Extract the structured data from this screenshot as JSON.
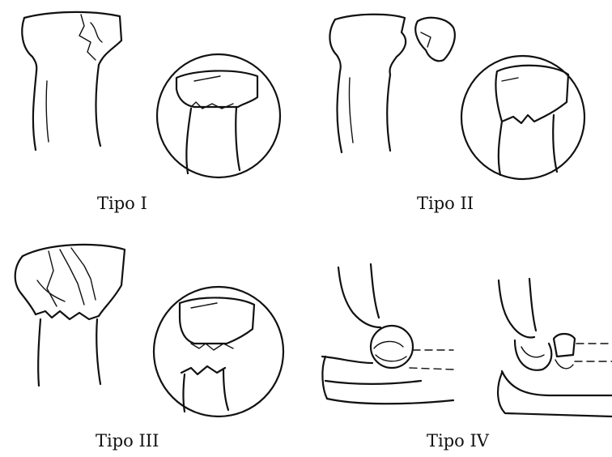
{
  "panels": [
    {
      "id": "tipo-1",
      "label": "Tipo I"
    },
    {
      "id": "tipo-2",
      "label": "Tipo II"
    },
    {
      "id": "tipo-3",
      "label": "Tipo III"
    },
    {
      "id": "tipo-4",
      "label": "Tipo IV"
    }
  ],
  "colors": {
    "ink": "#111111",
    "background": "#ffffff"
  }
}
